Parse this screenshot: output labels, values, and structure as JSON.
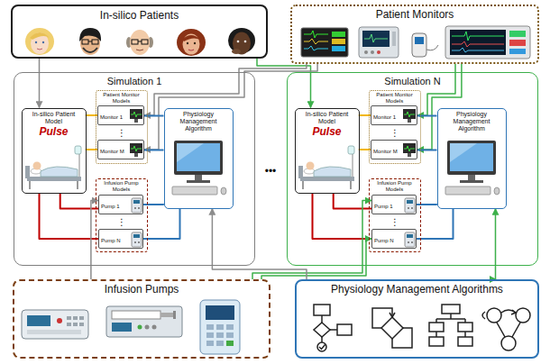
{
  "diagram": {
    "nodes": [
      {
        "text": [
          "In-silico Patients"
        ]
      },
      {
        "text": [
          "Patient Monitors"
        ]
      },
      {
        "text": [
          "Simulation 1"
        ]
      },
      {
        "text": [
          "In-silico Patient Model",
          "Pulse"
        ],
        "in": 2
      },
      {
        "text": [
          "Patient Monitor Models"
        ],
        "in": 2
      },
      {
        "text": [
          "Monitor 1"
        ],
        "in": 4
      },
      {
        "text": [
          "Monitor M"
        ],
        "in": 4
      },
      {
        "text": [
          "Infusion Pump Models"
        ],
        "in": 2
      },
      {
        "text": [
          "Pump 1"
        ],
        "in": 7
      },
      {
        "text": [
          "Pump N"
        ],
        "in": 7
      },
      {
        "text": [
          "Physiology Management Algorithm"
        ],
        "in": 2
      },
      {
        "text": [
          "Simulation N"
        ]
      },
      {
        "text": [
          "In-silico Patient Model",
          "Pulse"
        ],
        "in": 11
      },
      {
        "text": [
          "Patient Monitor Models"
        ],
        "in": 11
      },
      {
        "text": [
          "Monitor 1"
        ],
        "in": 13
      },
      {
        "text": [
          "Monitor M"
        ],
        "in": 13
      },
      {
        "text": [
          "Infusion Pump Models"
        ],
        "in": 11
      },
      {
        "text": [
          "Pump 1"
        ],
        "in": 16
      },
      {
        "text": [
          "Pump N"
        ],
        "in": 16
      },
      {
        "text": [
          "Physiology Management Algorithm"
        ],
        "in": 11
      },
      {
        "text": [
          "Infusion Pumps"
        ]
      },
      {
        "text": [
          "Physiology Management Algorithms"
        ]
      }
    ],
    "edges": [
      {
        "from": 0,
        "to": 3,
        "arrow": "to"
      },
      {
        "from": 0,
        "to": 12,
        "arrow": "to"
      },
      {
        "from": 1,
        "to": 5,
        "arrow": "to"
      },
      {
        "from": 1,
        "to": 6,
        "arrow": "to"
      },
      {
        "from": 1,
        "to": 14,
        "arrow": "to"
      },
      {
        "from": 1,
        "to": 15,
        "arrow": "to"
      },
      {
        "from": 3,
        "to": 5,
        "arrow": "none"
      },
      {
        "from": 3,
        "to": 6,
        "arrow": "none"
      },
      {
        "from": 5,
        "to": 10,
        "arrow": "none"
      },
      {
        "from": 6,
        "to": 10,
        "arrow": "none"
      },
      {
        "from": 10,
        "to": 8,
        "arrow": "none"
      },
      {
        "from": 10,
        "to": 9,
        "arrow": "none"
      },
      {
        "from": 8,
        "to": 3,
        "arrow": "none"
      },
      {
        "from": 9,
        "to": 3,
        "arrow": "none"
      },
      {
        "from": 12,
        "to": 14,
        "arrow": "none"
      },
      {
        "from": 12,
        "to": 15,
        "arrow": "none"
      },
      {
        "from": 14,
        "to": 19,
        "arrow": "none"
      },
      {
        "from": 15,
        "to": 19,
        "arrow": "none"
      },
      {
        "from": 19,
        "to": 17,
        "arrow": "none"
      },
      {
        "from": 19,
        "to": 18,
        "arrow": "none"
      },
      {
        "from": 17,
        "to": 12,
        "arrow": "none"
      },
      {
        "from": 18,
        "to": 12,
        "arrow": "none"
      },
      {
        "from": 20,
        "to": 8,
        "arrow": "to"
      },
      {
        "from": 20,
        "to": 17,
        "arrow": "to"
      },
      {
        "from": 20,
        "to": 18,
        "arrow": "to"
      },
      {
        "from": 21,
        "to": 10,
        "arrow": "to"
      },
      {
        "from": 21,
        "to": 19,
        "arrow": "both"
      }
    ],
    "labels": [
      "⋮",
      "⋮",
      "•••",
      "⋮",
      "⋮"
    ]
  }
}
